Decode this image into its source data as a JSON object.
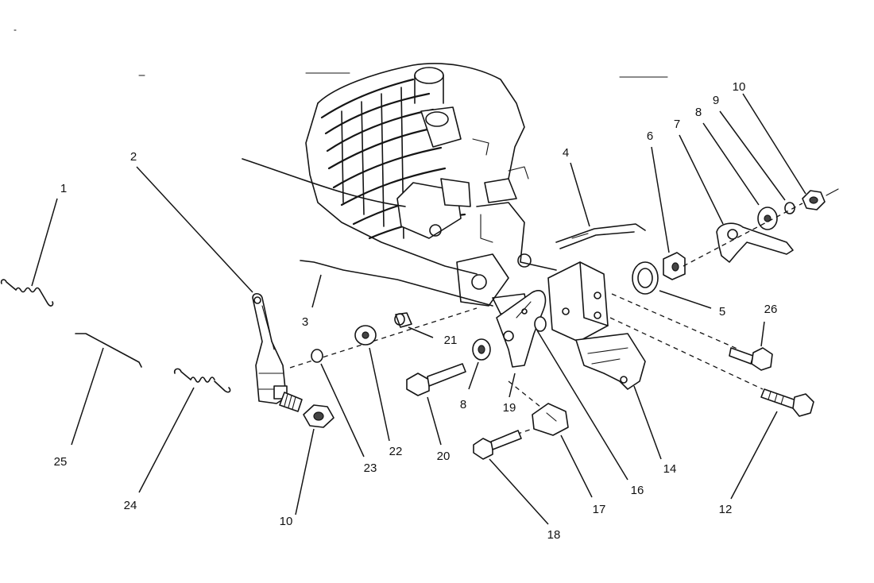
{
  "diagram": {
    "callouts": [
      {
        "id": "c1",
        "text": "1"
      },
      {
        "id": "c2",
        "text": "2"
      },
      {
        "id": "c3",
        "text": "3"
      },
      {
        "id": "c4",
        "text": "4"
      },
      {
        "id": "c5",
        "text": "5"
      },
      {
        "id": "c6",
        "text": "6"
      },
      {
        "id": "c7",
        "text": "7"
      },
      {
        "id": "c8a",
        "text": "8"
      },
      {
        "id": "c8b",
        "text": "8"
      },
      {
        "id": "c9",
        "text": "9"
      },
      {
        "id": "c10a",
        "text": "10"
      },
      {
        "id": "c10b",
        "text": "10"
      },
      {
        "id": "c12",
        "text": "12"
      },
      {
        "id": "c14",
        "text": "14"
      },
      {
        "id": "c16",
        "text": "16"
      },
      {
        "id": "c17",
        "text": "17"
      },
      {
        "id": "c18",
        "text": "18"
      },
      {
        "id": "c19",
        "text": "19"
      },
      {
        "id": "c20",
        "text": "20"
      },
      {
        "id": "c21",
        "text": "21"
      },
      {
        "id": "c22",
        "text": "22"
      },
      {
        "id": "c23",
        "text": "23"
      },
      {
        "id": "c24",
        "text": "24"
      },
      {
        "id": "c25",
        "text": "25"
      },
      {
        "id": "c26",
        "text": "26"
      }
    ]
  }
}
